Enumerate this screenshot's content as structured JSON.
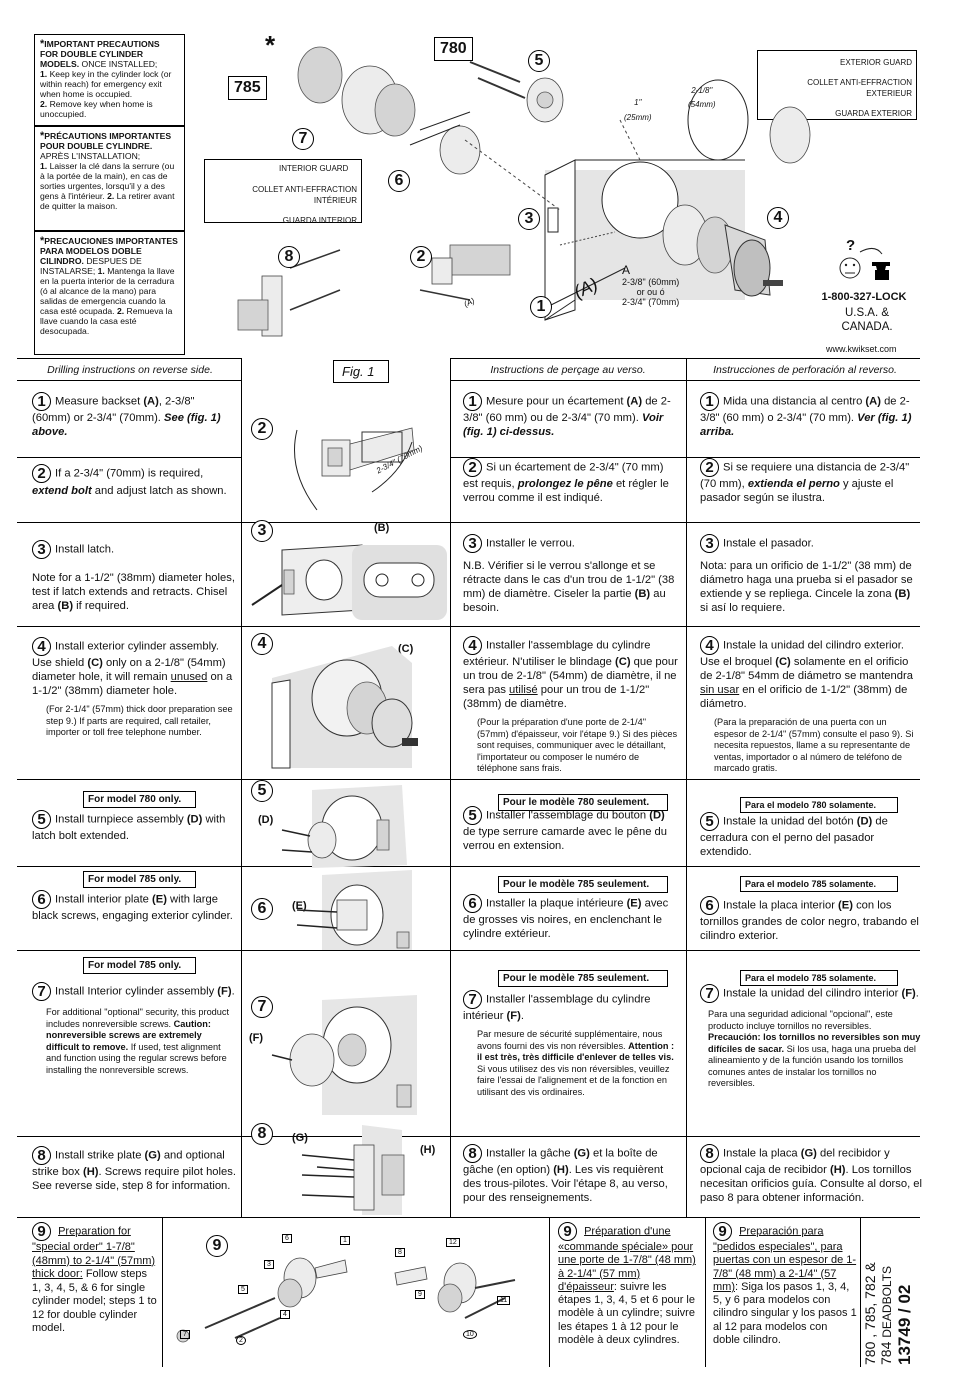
{
  "precautions": {
    "en": {
      "title": "IMPORTANT PRECAUTIONS FOR DOUBLE CYLINDER MODELS.",
      "lead": "ONCE INSTALLED;",
      "item1": "Keep key in the cylinder lock (or within reach) for emergency exit when home is occupied.",
      "item2": "Remove key when home is unoccupied."
    },
    "fr": {
      "title": "PRÉCAUTIONS IMPORTANTES POUR DOUBLE CYLINDRE.",
      "lead": "APRÈS L'INSTALLATION;",
      "item1": "Laisser la clé dans la serrure (ou à la portée de la main), en cas de sorties urgentes, lorsqu'il y a des gens à l'intérieur.",
      "item2": "La retirer avant de quitter la maison."
    },
    "es": {
      "title": "PRECAUCIONES IMPORTANTES PARA MODELOS DOBLE CILINDRO.",
      "lead": "DESPUES DE INSTALARSE;",
      "item1": "Mantenga la llave en la puerta interior de la cerradura (ó al alcance de la mano) para salidas de emergencia cuando la casa esté ocupada.",
      "item2": "Remueva la llave cuando la casa esté desocupada."
    }
  },
  "figure": {
    "model_785": "785",
    "model_780": "780",
    "asterisk": "*",
    "interior_guard": [
      "INTERIOR GUARD",
      "COLLET ANTI-EFFRACTION INTÉRIEUR",
      "GUARDA INTERIOR"
    ],
    "exterior_guard": [
      "EXTERIOR GUARD",
      "COLLET ANTI-EFFRACTION EXTERIEUR",
      "GUARDA EXTERIOR"
    ],
    "dim_1in": "1\"",
    "dim_1in_mm": "(25mm)",
    "dim_218": "2-1/8\"",
    "dim_218_mm": "(54mm)",
    "backset_a": "A",
    "backset_text": [
      "2-3/8\" (60mm)",
      "or  ou  ó",
      "2-3/4\" (70mm)"
    ],
    "a_label": "(A)",
    "a_small": "(A)",
    "question": "?",
    "phone": "1-800-327-LOCK",
    "phone_region": "U.S.A. & CANADA.",
    "website": "www.kwikset.com",
    "fig_label": "Fig. 1",
    "callouts": [
      "1",
      "2",
      "3",
      "4",
      "5",
      "6",
      "7",
      "8"
    ]
  },
  "headers": {
    "en": "Drilling instructions on reverse side.",
    "fr": "Instructions de perçage au verso.",
    "es": "Instrucciones de perforación al reverso."
  },
  "steps_en": {
    "s1": {
      "n": "1",
      "text": "Measure backset",
      "b": "(A)",
      "rest": ", 2-3/8\" (60mm) or 2-3/4\" (70mm).",
      "see": "See  (fig. 1) above."
    },
    "s2": {
      "n": "2",
      "pre": "If a 2-3/4\" (70mm) is required,",
      "em": "extend bolt",
      "rest": "and adjust latch as shown."
    },
    "s3": {
      "n": "3",
      "text": "Install latch.",
      "note": "Note for a 1-1/2\" (38mm) diameter holes, test if latch extends and retracts. Chisel area",
      "b": "(B)",
      "end": "if required."
    },
    "s4": {
      "n": "4",
      "text": "Install exterior cylinder assembly. Use shield",
      "b": "(C)",
      "mid": "only on a 2-1/8\" (54mm) diameter hole, it will remain",
      "u": "unused",
      "end": "on a 1-1/2\" (38mm) diameter hole.",
      "small": "(For 2-1/4\" (57mm) thick door preparation see step 9.) If parts are required, call retailer, importer or toll free telephone number."
    },
    "s5": {
      "n": "5",
      "model": "For model 780 only.",
      "text": "Install turnpiece assembly",
      "b": "(D)",
      "end": "with latch bolt extended."
    },
    "s6": {
      "n": "6",
      "model": "For model 785 only.",
      "text": "Install interior plate",
      "b": "(E)",
      "end": "with large black screws, engaging exterior cylinder."
    },
    "s7": {
      "n": "7",
      "model": "For model 785 only.",
      "text": "Install Interior cylinder assembly",
      "b": "(F)",
      "end": ".",
      "small_a": "For additional \"optional\" security, this product includes nonreversible screws.",
      "caution": "Caution: nonreversible screws are extremely difficult to remove.",
      "small_b": "If used, test alignment and function using the regular screws before installing the nonreversible screws."
    },
    "s8": {
      "n": "8",
      "text": "Install strike plate",
      "g": "(G)",
      "mid": "and optional strike box",
      "h": "(H)",
      "end": ". Screws require pilot holes. See reverse side, step 8 for information."
    },
    "s9": {
      "n": "9",
      "u": "Preparation for \"special order\" 1-7/8\" (48mm) to 2-1/4\" (57mm) thick door:",
      "end": "Follow steps 1, 3, 4, 5, & 6 for single cylinder model; steps 1 to 12 for double cylinder model."
    }
  },
  "steps_fr": {
    "s1": {
      "n": "1",
      "text": "Mesure pour un écartement",
      "b": "(A)",
      "rest": "de 2-3/8\" (60 mm) ou de 2-3/4\" (70 mm).",
      "see": "Voir (fig. 1) ci-dessus."
    },
    "s2": {
      "n": "2",
      "pre": "Si un écartement de 2-3/4\" (70 mm) est requis,",
      "em": "prolongez le pêne",
      "rest": "et régler le verrou comme il est indiqué."
    },
    "s3": {
      "n": "3",
      "text": "Installer le verrou.",
      "note": "N.B. Vérifier si le verrou s'allonge et se rétracte dans le cas d'un trou de 1-1/2\" (38 mm) de diamètre. Ciseler la partie",
      "b": "(B)",
      "end": "au besoin."
    },
    "s4": {
      "n": "4",
      "text": "Installer l'assemblage du cylindre extérieur.  N'utiliser le blindage",
      "b": "(C)",
      "mid": "que pour un trou de 2-1/8\" (54mm) de diamètre, il ne sera pas",
      "u": "utilisé",
      "end": "pour un trou de 1-1/2\" (38mm) de diamètre.",
      "small": "(Pour la préparation d'une porte de 2-1/4\" (57mm) d'épaisseur, voir l'étape 9.)  Si des pièces sont requises, communiquer avec le détaillant, l'importateur ou composer le numéro de téléphone sans frais."
    },
    "s5": {
      "n": "5",
      "model": "Pour le modèle 780 seulement.",
      "text": "Installer l'assemblage du bouton",
      "b": "(D)",
      "end": "de type serrure camarde avec le pêne du verrou en extension."
    },
    "s6": {
      "n": "6",
      "model": "Pour le modèle 785 seulement.",
      "text": "Installer la plaque intérieure",
      "b": "(E)",
      "end": "avec de grosses vis noires, en enclenchant le cylindre extérieur."
    },
    "s7": {
      "n": "7",
      "model": "Pour le modèle 785 seulement.",
      "text": "Installer l'assemblage du cylindre intérieur",
      "b": "(F)",
      "end": ".",
      "small_a": "Par mesure de sécurité supplémentaire, nous avons fourni des vis non réversibles.",
      "caution": "Attention : il est très, très difficile d'enlever de telles vis.",
      "small_b": "Si vous utilisez des vis non réversibles, veuillez faire l'essai de l'alignement et de la fonction en utilisant des vis ordinaires."
    },
    "s8": {
      "n": "8",
      "text": "Installer la gâche",
      "g": "(G)",
      "mid": "et la boîte de gâche (en option)",
      "h": "(H)",
      "end": ". Les vis requièrent des trous-pilotes. Voir l'étape 8, au verso, pour des renseignements."
    },
    "s9": {
      "n": "9",
      "u": "Préparation d'une «commande spéciale» pour une porte de 1-7/8\" (48 mm) à 2-1/4\"  (57 mm) d'épaisseur",
      "end": ": suivre les étapes 1, 3, 4, 5 et 6 pour le modèle à un cylindre; suivre les étapes 1 à 12 pour le modèle à deux cylindres."
    }
  },
  "steps_es": {
    "s1": {
      "n": "1",
      "text": "Mida una distancia al centro",
      "b": "(A)",
      "rest": "de 2-3/8\" (60 mm) o 2-3/4\" (70 mm).",
      "see": "Ver (fig. 1) arriba."
    },
    "s2": {
      "n": "2",
      "pre": "Si se requiere una distancia de 2-3/4\" (70 mm),",
      "em": "extienda el perno",
      "rest": "y ajuste el pasador según se ilustra."
    },
    "s3": {
      "n": "3",
      "text": "Instale el pasador.",
      "note": "Nota: para un orificio de 1-1/2\" (38 mm) de diámetro  haga una prueba si el pasador se extiende y se repliega. Cincele la zona",
      "b": "(B)",
      "end": "si así lo requiere."
    },
    "s4": {
      "n": "4",
      "text": "Instale la unidad del cilindro exterior. Use el broquel",
      "b": "(C)",
      "mid": "solamente en el orificio de 2-1/8\" 54mm de diámetro se mantendra",
      "u": "sin usar",
      "end": "en el orificio de 1-1/2\" (38mm) de diámetro.",
      "small": "(Para la preparación de una puerta con un espesor de 2-1/4\" (57mm) consulte el paso 9).  Si necesita repuestos, llame a su representante de ventas, importador o al número de teléfono de marcado gratis."
    },
    "s5": {
      "n": "5",
      "model": "Para el modelo 780 solamente.",
      "text": "Instale la unidad del botón",
      "b": "(D)",
      "end": "de cerradura con el perno del pasador extendido."
    },
    "s6": {
      "n": "6",
      "model": "Para el modelo 785 solamente.",
      "text": "Instale la placa interior",
      "b": "(E)",
      "end": "con los tornillos grandes de color negro, trabando el cilindro exterior."
    },
    "s7": {
      "n": "7",
      "model": "Para el modelo 785 solamente.",
      "text": "Instale la unidad del cilindro interior",
      "b": "(F)",
      "end": ".",
      "small_a": "Para una seguridad adicional \"opcional\", este producto incluye tornillos no reversibles.",
      "caution": "Precaución:  los tornillos no reversibles son muy difíciles de sacar.",
      "small_b": "Si los usa, haga una prueba del alineamiento y de la función usando los tornillos comunes antes de instalar los tornillos no reversibles."
    },
    "s8": {
      "n": "8",
      "text": "Instale la placa",
      "g": "(G)",
      "mid": "del recibidor y opcional caja de recibidor",
      "h": "(H)",
      "end": ".  Los tornillos necesitan orificios guía.  Consulte al dorso, el paso 8 para obtener información."
    },
    "s9": {
      "n": "9",
      "u": "Preparación para \"pedidos especiales\", para puertas con un espesor de 1-7/8\" (48 mm) a 2-1/4\" (57 mm)",
      "end": ":  Siga los pasos 1, 3, 4, 5, y 6 para modelos con cilindro singular y los pasos 1 al 12 para modelos con doble cilindro."
    }
  },
  "illustrations": {
    "step_nums": [
      "2",
      "3",
      "4",
      "5",
      "6",
      "7",
      "8",
      "9"
    ],
    "backset_label": "2-3/4\" (70mm)",
    "b": "(B)",
    "c": "(C)",
    "d": "(D)",
    "e": "(E)",
    "f": "(F)",
    "g": "(G)",
    "h": "(H)",
    "s9_numbers": [
      "1",
      "2",
      "3",
      "4",
      "5",
      "6",
      "7",
      "8",
      "9",
      "10",
      "11",
      "12"
    ]
  },
  "footer": {
    "models": "780 , 785, 782 &",
    "models2": "784",
    "deadbolts": "DEADBOLTS",
    "code": "13749 / 02"
  }
}
